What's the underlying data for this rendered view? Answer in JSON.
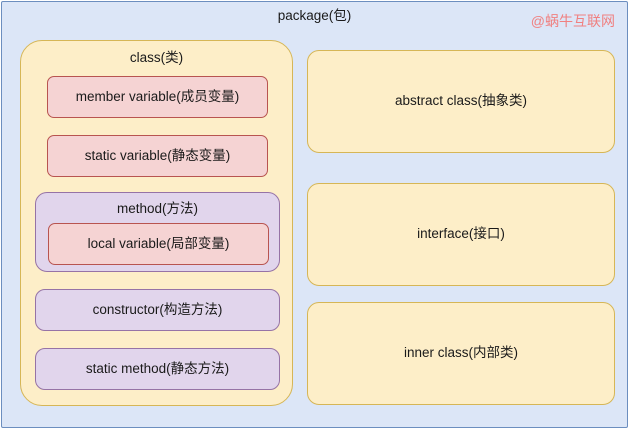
{
  "diagram": {
    "title": "package(包)",
    "watermark": "@蜗牛互联网",
    "colors": {
      "package_background": "#dce6f7",
      "package_border": "#6c8ebf",
      "yellow_fill": "#fdeec8",
      "yellow_border": "#d6b656",
      "pink_fill": "#f5d3d3",
      "pink_border": "#b85450",
      "purple_fill": "#e1d5ec",
      "purple_border": "#9673a6",
      "watermark_color": "#f08080",
      "text_color": "#1a1a1a"
    },
    "left_column": {
      "class_box": {
        "label": "class(类)",
        "members": {
          "member_variable": "member variable(成员变量)",
          "static_variable": "static variable(静态变量)",
          "method": {
            "label": "method(方法)",
            "local_variable": "local variable(局部变量)"
          },
          "constructor": "constructor(构造方法)",
          "static_method": "static method(静态方法)"
        }
      }
    },
    "right_column": {
      "abstract_class": "abstract class(抽象类)",
      "interface": "interface(接口)",
      "inner_class": "inner class(内部类)"
    }
  }
}
